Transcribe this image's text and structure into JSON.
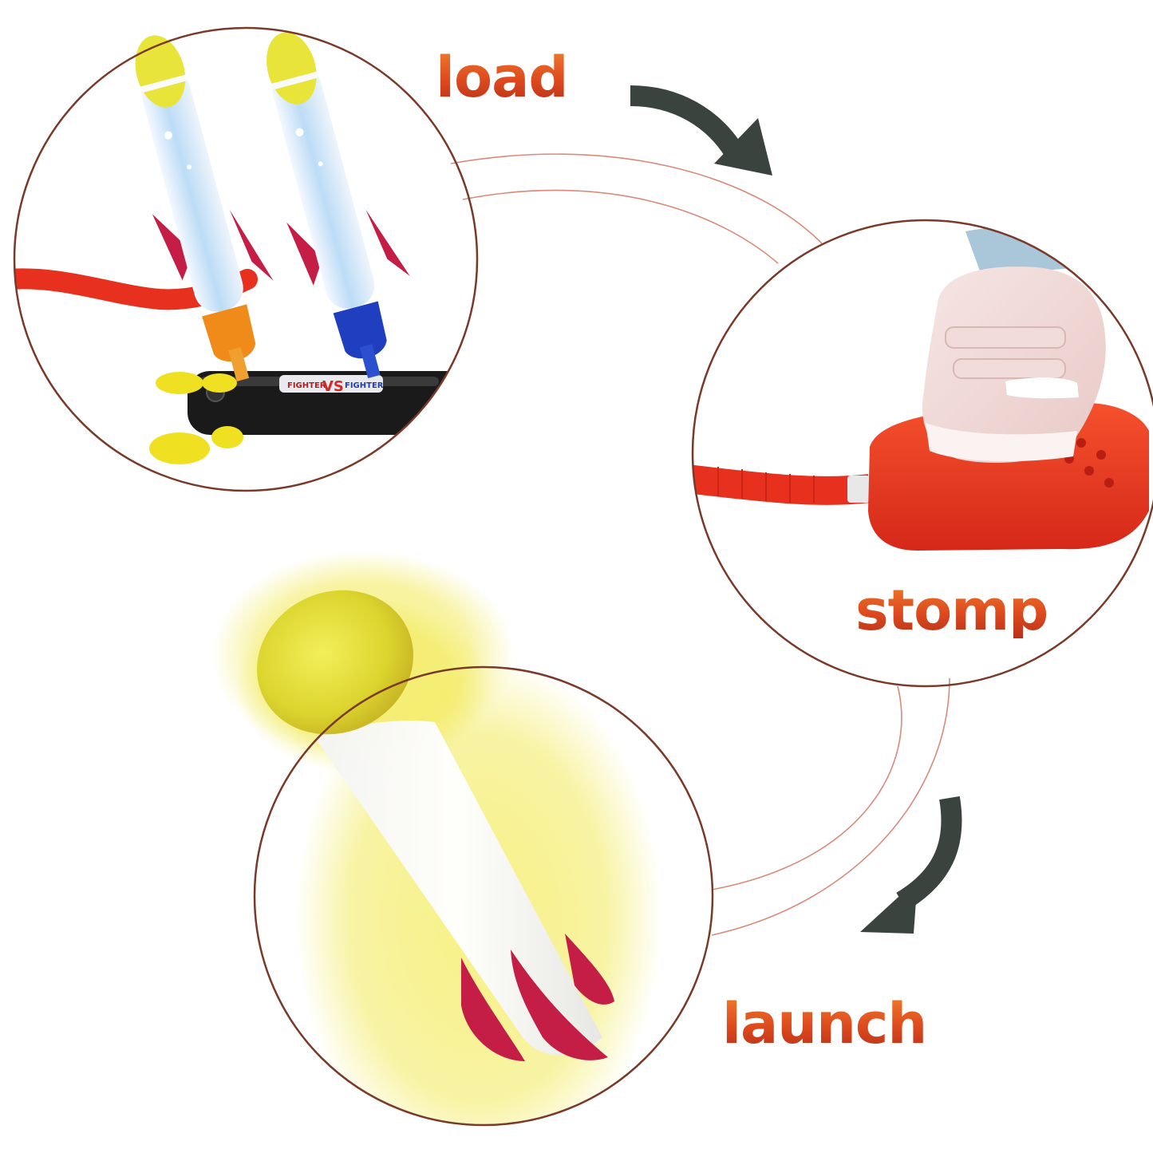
{
  "steps": [
    {
      "label": "load"
    },
    {
      "label": "stomp"
    },
    {
      "label": "launch"
    }
  ],
  "launcher": {
    "badge_left": "FIGHTER",
    "badge_mid": "VS",
    "badge_right": "FIGHTER"
  },
  "colors": {
    "label_orange": "#dd4a1e",
    "circle_outline": "#7a3a2a",
    "arc_line": "#d98a7a",
    "arrow": "#3b433e",
    "rocket_nose": "#e9e43a",
    "rocket_fin": "#c41e46",
    "hose_red": "#e8301e",
    "pump_red": "#e8341c",
    "base_black": "#1a1a1a",
    "cap_orange": "#f08a18",
    "cap_blue": "#1f3fc0",
    "glow_yellow": "#f5ee6a"
  },
  "icons": [
    "curved-arrow-icon",
    "curved-arrow-icon"
  ]
}
